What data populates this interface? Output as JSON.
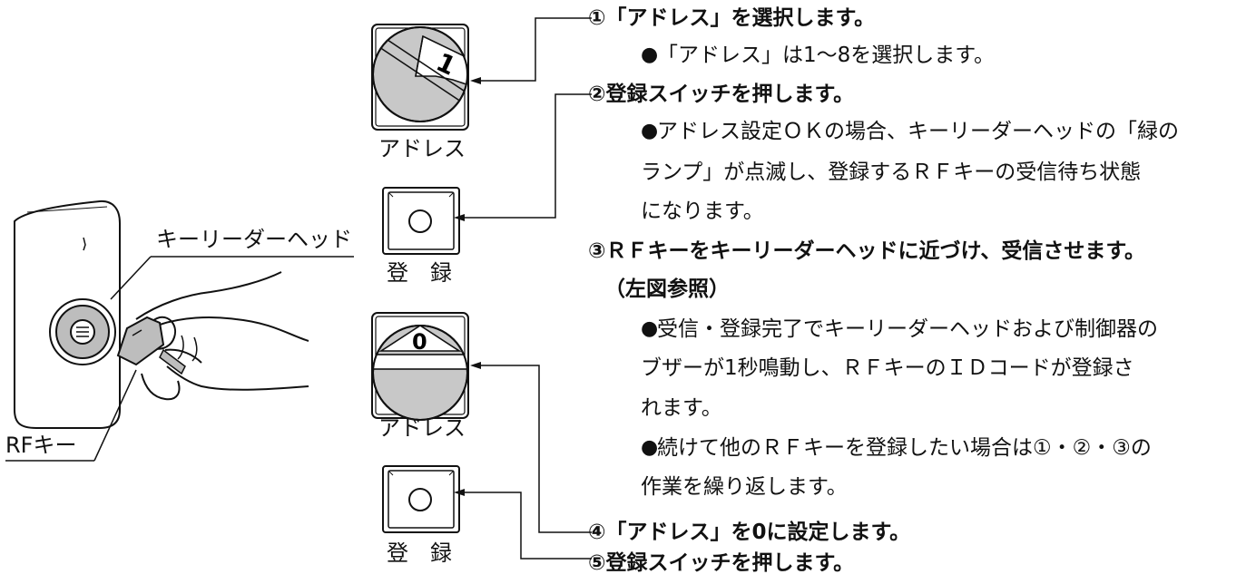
{
  "labels": {
    "address_1": "アドレス",
    "register_1": "登　録",
    "address_2": "アドレス",
    "register_2": "登　録",
    "key_reader_head": "キーリーダーヘッド",
    "rf_key": "RFキー",
    "dial_1_value": "1",
    "dial_2_value": "0"
  },
  "steps": [
    {
      "text": "①「アドレス」を選択します。"
    },
    {
      "bullet": "●",
      "text": "「アドレス」は1〜8を選択します。"
    },
    {
      "text": "②登録スイッチを押します。"
    },
    {
      "bullet": "●",
      "text": "アドレス設定ＯＫの場合、キーリーダーヘッドの「緑の"
    },
    {
      "text": "ランプ」が点滅し、登録するＲＦキーの受信待ち状態"
    },
    {
      "text": "になります。"
    },
    {
      "text": "③ＲＦキーをキーリーダーヘッドに近づけ、受信させます。"
    },
    {
      "text": "（左図参照）"
    },
    {
      "bullet": "●",
      "text": "受信・登録完了でキーリーダーヘッドおよび制御器の"
    },
    {
      "text": "ブザーが1秒鳴動し、ＲＦキーのＩＤコードが登録さ"
    },
    {
      "text": "れます。"
    },
    {
      "bullet": "●",
      "text": "続けて他のＲＦキーを登録したい場合は①・②・③の"
    },
    {
      "text": "作業を繰り返します。"
    },
    {
      "text": "④「アドレス」を0に設定します。"
    },
    {
      "text": "⑤登録スイッチを押します。"
    }
  ]
}
